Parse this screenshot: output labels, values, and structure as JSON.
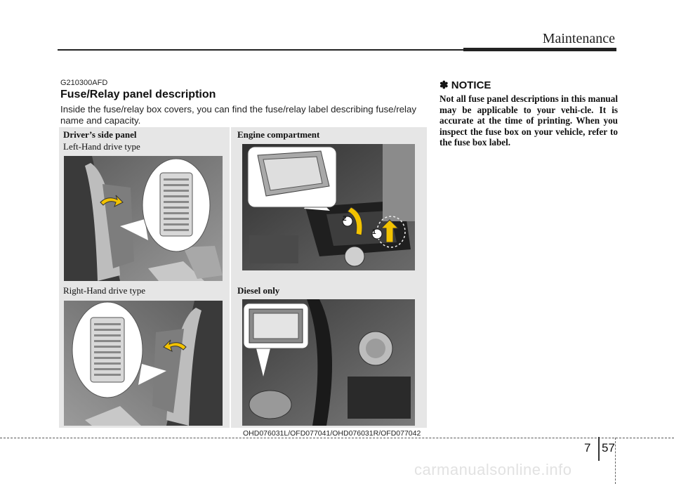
{
  "header": {
    "title": "Maintenance"
  },
  "section": {
    "code": "G210300AFD",
    "title": "Fuse/Relay panel description",
    "intro": "Inside the fuse/relay box covers, you can find the fuse/relay label describing fuse/relay name and capacity."
  },
  "panels": {
    "drivers_side": {
      "heading": "Driver’s side panel",
      "lhd": "Left-Hand drive type",
      "rhd": "Right-Hand drive type"
    },
    "engine": {
      "heading": "Engine compartment",
      "diesel": "Diesel only",
      "marker1": "1",
      "marker2": "2"
    }
  },
  "caption": "OHD076031L/OFD077041/OHD076031R/OFD077042",
  "notice": {
    "title": "✽ NOTICE",
    "body": "Not all fuse panel descriptions in this manual may be applicable to your vehi-cle. It is accurate at the time of printing. When you inspect the fuse box on your vehicle, refer to the fuse box label."
  },
  "footer": {
    "chapter": "7",
    "page": "57",
    "watermark": "carmanualsonline.info"
  },
  "colors": {
    "accent_arrow": "#f2c200",
    "panel_bg": "#e6e6e6"
  }
}
